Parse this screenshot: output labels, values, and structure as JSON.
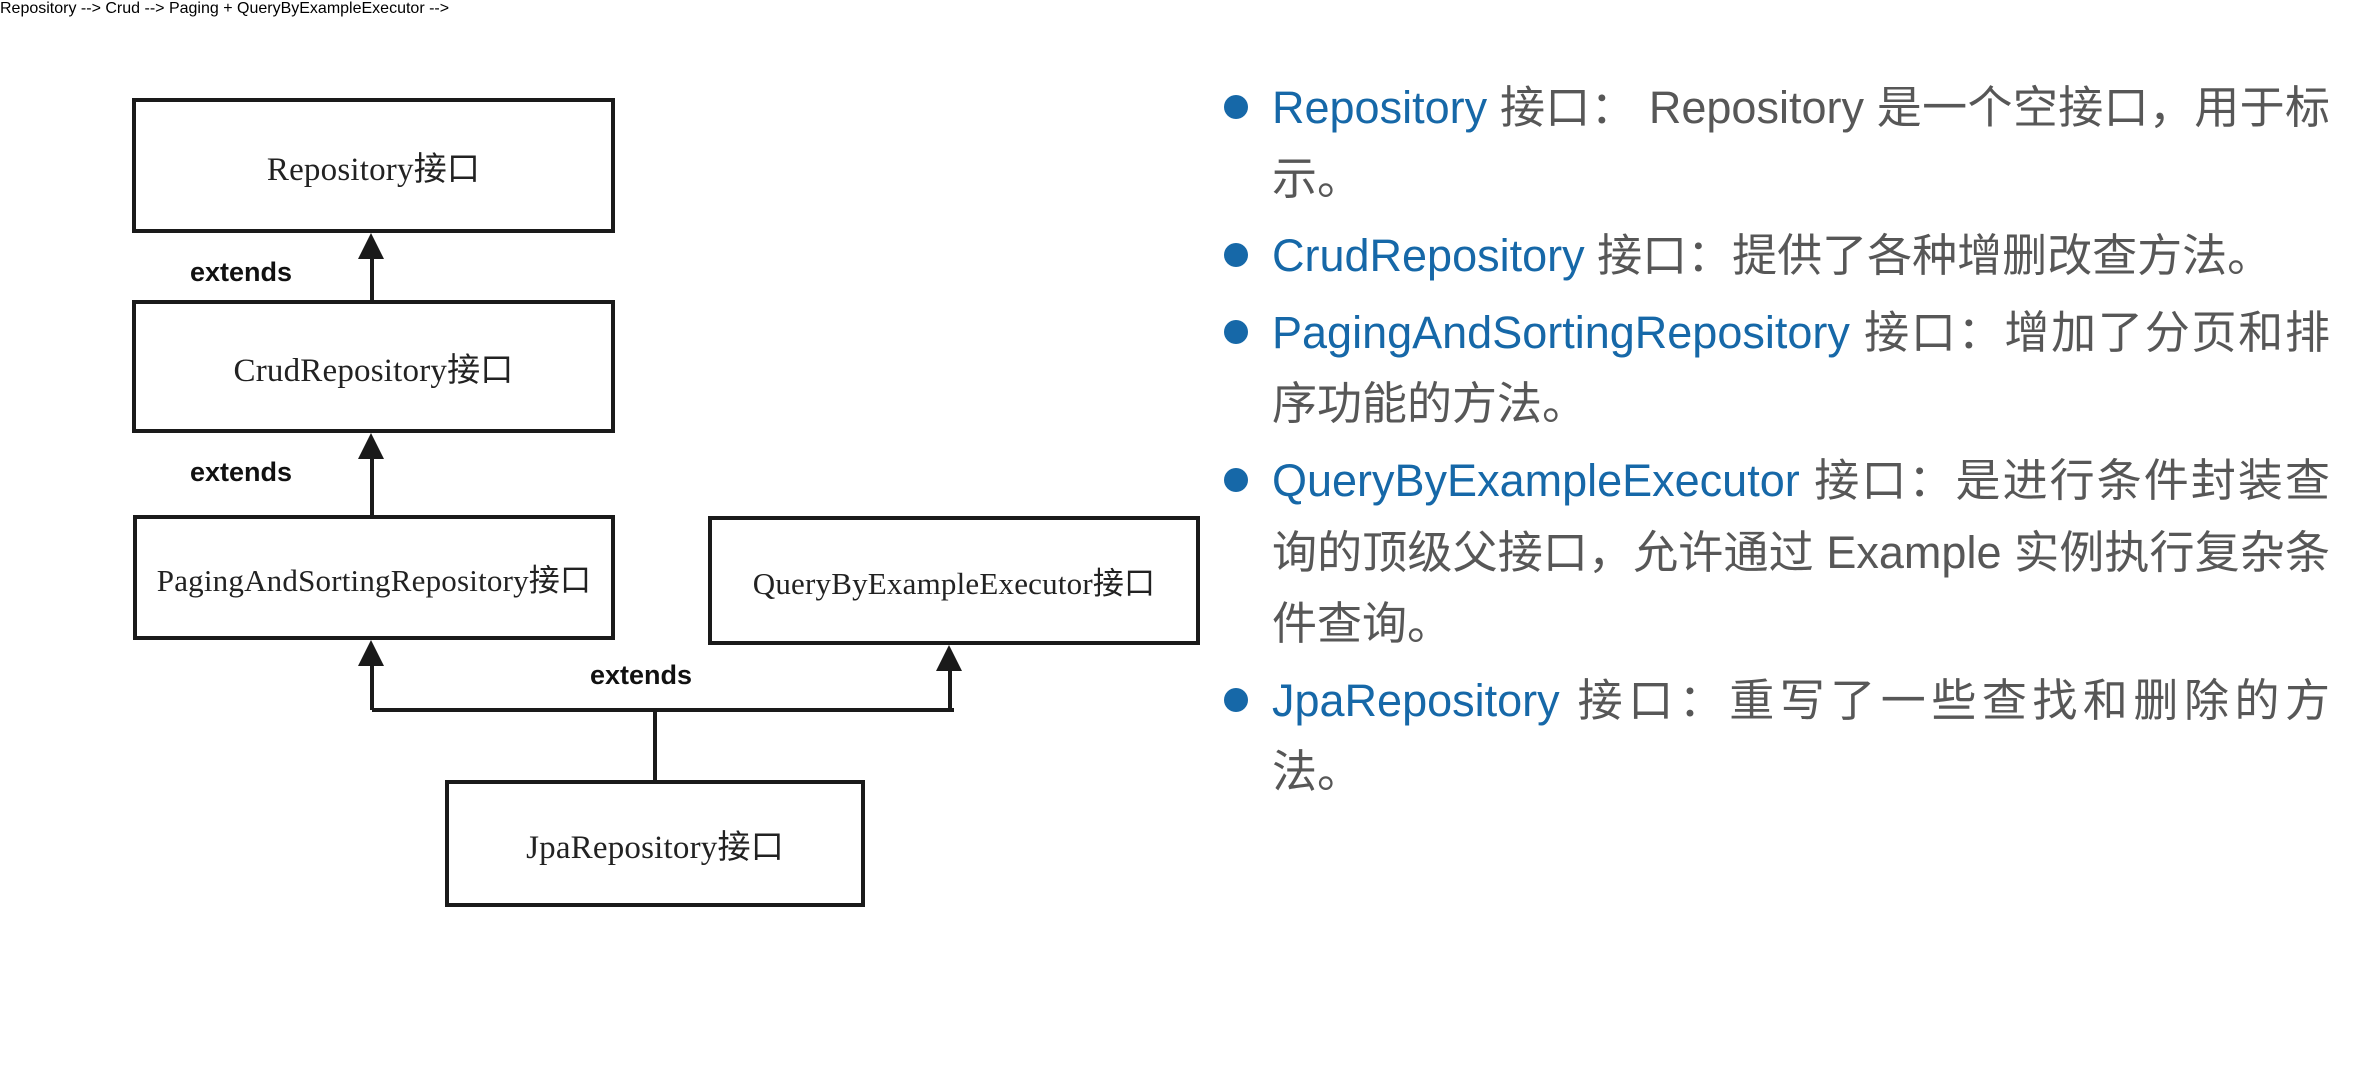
{
  "diagram": {
    "boxes": [
      {
        "id": "repository",
        "label": "Repository接口"
      },
      {
        "id": "crud",
        "label": "CrudRepository接口"
      },
      {
        "id": "paging",
        "label": "PagingAndSortingRepository接口"
      },
      {
        "id": "qbe",
        "label": "QueryByExampleExecutor接口"
      },
      {
        "id": "jpa",
        "label": "JpaRepository接口"
      }
    ],
    "edges": [
      {
        "id": "edge1",
        "label": "extends",
        "from": "crud",
        "to": "repository"
      },
      {
        "id": "edge2",
        "label": "extends",
        "from": "paging",
        "to": "crud"
      },
      {
        "id": "edge3",
        "label": "extends",
        "from": "jpa",
        "to": "paging,qbe"
      }
    ]
  },
  "bullets": [
    {
      "api": "Repository",
      "rest": " 接口： Repository 是一个空接口，用于标示。"
    },
    {
      "api": "CrudRepository",
      "rest": " 接口：提供了各种增删改查方法。"
    },
    {
      "api": "PagingAndSortingRepository",
      "rest": " 接口：增加了分页和排序功能的方法。"
    },
    {
      "api": "QueryByExampleExecutor",
      "rest": " 接口：是进行条件封装查询的顶级父接口，允许通过 Example 实例执行复杂条件查询。"
    },
    {
      "api": "JpaRepository",
      "rest": " 接口：重写了一些查找和删除的方法。"
    }
  ],
  "colors": {
    "api_blue": "#1668A8",
    "body_gray": "#575757",
    "box_border": "#1a1a1a"
  }
}
